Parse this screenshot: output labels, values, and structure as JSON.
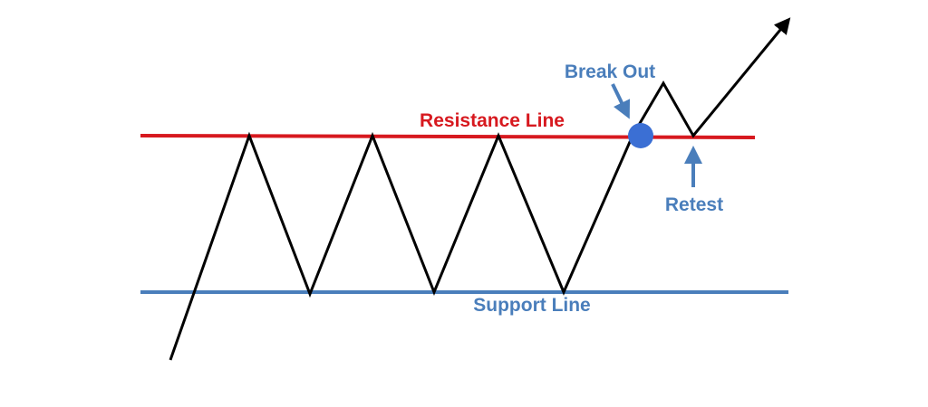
{
  "labels": {
    "resistance": "Resistance Line",
    "support": "Support Line",
    "breakout": "Break Out",
    "retest": "Retest"
  },
  "colors": {
    "resistance": "#d7191f",
    "support": "#4a7ebb",
    "annotation": "#4a7ebb",
    "breakout_marker": "#3b6fd4",
    "price_path": "#000000",
    "background": "#ffffff"
  }
}
